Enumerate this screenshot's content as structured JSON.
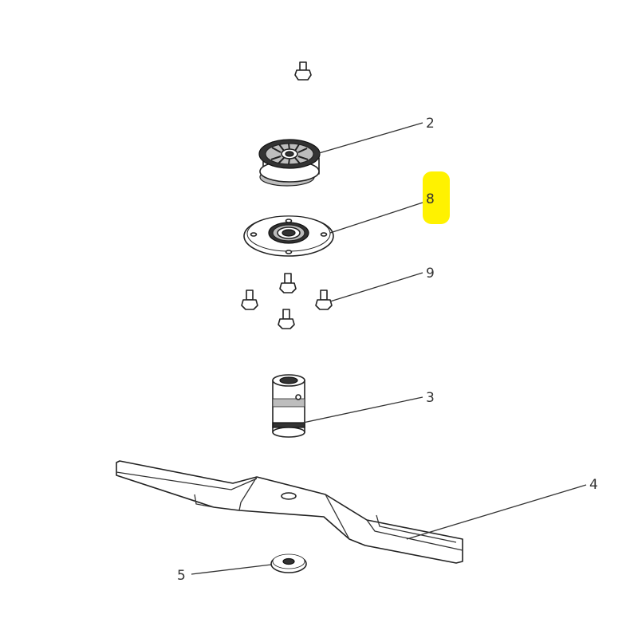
{
  "callouts": [
    {
      "id": "2",
      "label": "2"
    },
    {
      "id": "8",
      "label": "8",
      "highlighted": true
    },
    {
      "id": "9",
      "label": "9"
    },
    {
      "id": "3",
      "label": "3"
    },
    {
      "id": "4",
      "label": "4"
    },
    {
      "id": "5",
      "label": "5"
    }
  ],
  "colors": {
    "highlight": "#fff200",
    "ink": "#222222",
    "background": "#ffffff"
  }
}
